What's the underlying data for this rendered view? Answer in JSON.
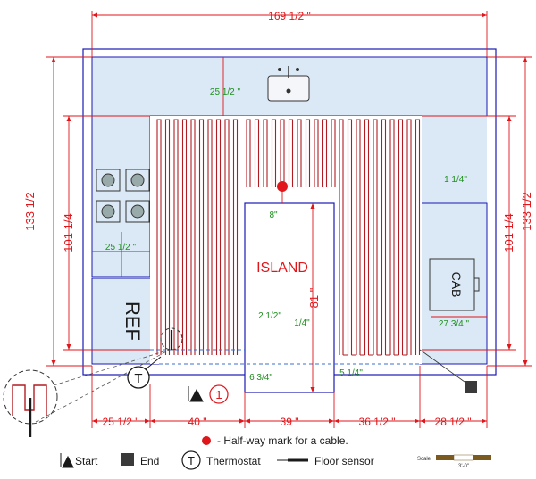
{
  "dimensions": {
    "top_total": "169 1/2 \"",
    "left_outer": "133 1/2",
    "left_inner": "101 1/4",
    "right_outer": "133 1/2",
    "right_inner": "101 1/4",
    "bottom": [
      "25 1/2 \"",
      "40 \"",
      "39 \"",
      "36 1/2 \"",
      "28 1/2 \""
    ],
    "island_height": "81 \""
  },
  "labels": {
    "sink_depth": "25 1/2 \"",
    "stove_depth": "25 1/2 \"",
    "half_way_offset": "8\"",
    "right_gap": "1 1/4\"",
    "island": "ISLAND",
    "island_left_gap": "2 1/2\"",
    "island_right_gap": "1/4\"",
    "bottom_left_gap": "6 3/4\"",
    "bottom_right_gap": "5 1/4\"",
    "cab": "CAB",
    "cab_depth": "27 3/4 \"",
    "ref": "REF",
    "start_number": "1"
  },
  "legend": {
    "halfway": "- Half-way mark for a cable.",
    "start": "Start",
    "end": "End",
    "thermostat": "Thermostat",
    "thermostat_symbol": "T",
    "floor_sensor": "Floor sensor",
    "scale_label": "Scale",
    "scale_value": "3'-0\""
  },
  "colors": {
    "dimension": "#e0161b",
    "wall": "#1a1ab4",
    "fill": "#dbe8f5",
    "note": "#1f8f1f",
    "cable": "#b01c22"
  }
}
